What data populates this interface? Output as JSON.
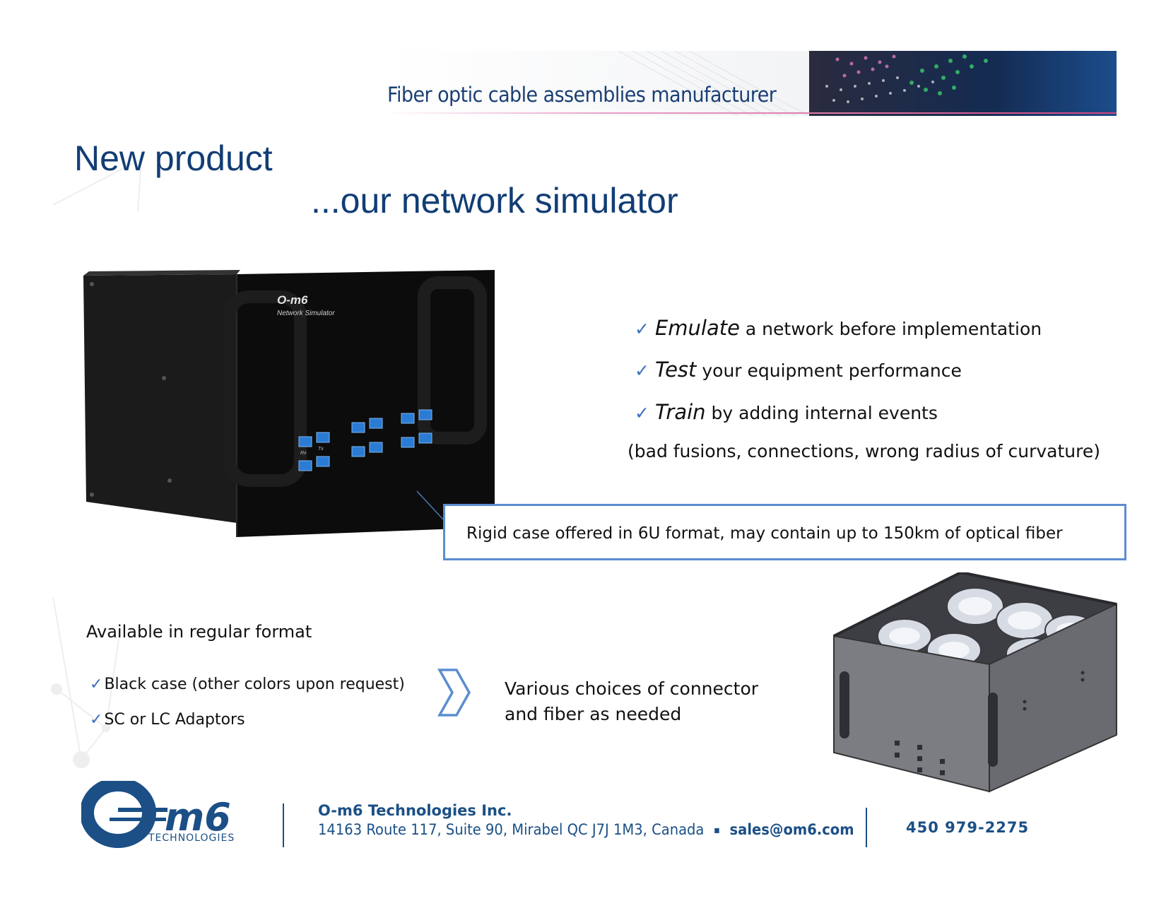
{
  "header": {
    "tagline": "Fiber optic cable assemblies manufacturer"
  },
  "title": "New product",
  "subtitle": "...our network simulator",
  "product_photo": {
    "brand": "O-m6",
    "model": "Network Simulator",
    "port_labels": [
      "Rx",
      "Tx"
    ]
  },
  "features": [
    {
      "keyword": "Emulate",
      "text": " a network before implementation"
    },
    {
      "keyword": "Test",
      "text": " your equipment performance"
    },
    {
      "keyword": "Train",
      "text": " by adding internal events"
    }
  ],
  "features_note": "(bad fusions, connections, wrong radius of curvature)",
  "callout": "Rigid case offered in 6U format, may contain up to 150km of optical fiber",
  "availability": {
    "heading": "Available in regular format",
    "items": [
      "Black case  (other colors upon request)",
      "SC or LC  Adaptors"
    ]
  },
  "various": {
    "line1": "Various choices of connector",
    "line2": "and fiber as needed"
  },
  "footer": {
    "logo_main": "m6",
    "logo_sub": "TECHNOLOGIES",
    "company": "O-m6 Technologies Inc.",
    "address": "14163 Route 117, Suite 90, Mirabel QC  J7J 1M3, Canada",
    "separator": "▪",
    "email": "sales@om6.com",
    "phone": "450 979-2275"
  },
  "colors": {
    "brand_blue": "#123d75",
    "accent_blue": "#5b8dcf",
    "check_blue": "#3a6fbf"
  }
}
